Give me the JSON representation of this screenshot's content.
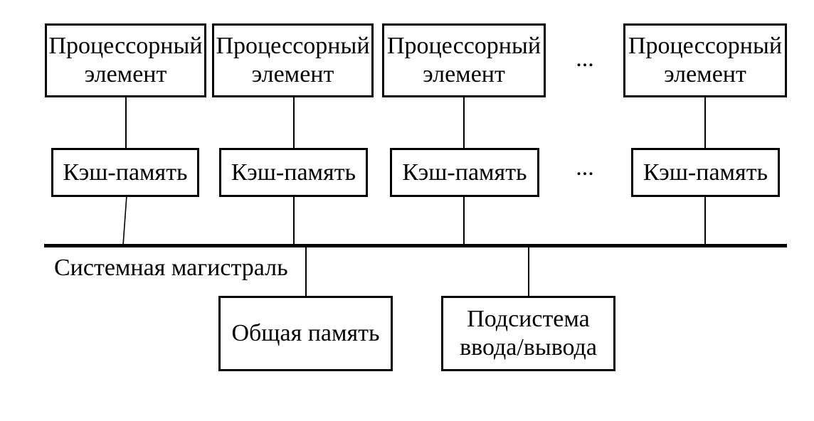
{
  "diagram": {
    "processor_elements": [
      "Процессорный элемент",
      "Процессорный элемент",
      "Процессорный элемент",
      "Процессорный элемент"
    ],
    "cache_memories": [
      "Кэш-память",
      "Кэш-память",
      "Кэш-память",
      "Кэш-память"
    ],
    "ellipsis": {
      "row1": "...",
      "row2": "..."
    },
    "bus_label": "Системная магистраль",
    "shared_memory_label": "Общая память",
    "io_subsystem_label": "Подсистема ввода/вывода",
    "colors": {
      "line": "#000000",
      "text": "#000000",
      "background": "#ffffff"
    }
  }
}
